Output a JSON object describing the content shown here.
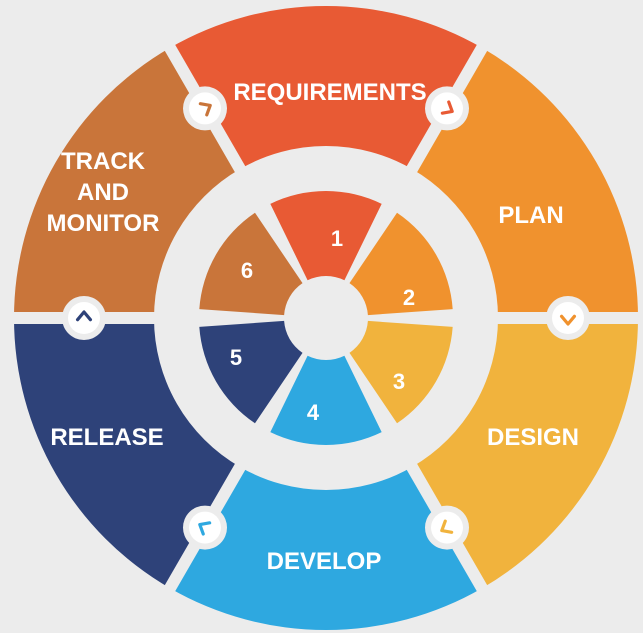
{
  "outer_segments": [
    {
      "label_lines": [
        "REQUIREMENTS"
      ],
      "color": "#e85a34"
    },
    {
      "label_lines": [
        "PLAN"
      ],
      "color": "#f0922e"
    },
    {
      "label_lines": [
        "DESIGN"
      ],
      "color": "#f1b33d"
    },
    {
      "label_lines": [
        "DEVELOP"
      ],
      "color": "#2ea8e0"
    },
    {
      "label_lines": [
        "RELEASE"
      ],
      "color": "#2e4279"
    },
    {
      "label_lines": [
        "TRACK",
        "AND",
        "MONITOR"
      ],
      "color": "#c9753a"
    }
  ],
  "inner_segments": [
    {
      "number": "1",
      "color": "#e85a34"
    },
    {
      "number": "2",
      "color": "#f0922e"
    },
    {
      "number": "3",
      "color": "#f1b33d"
    },
    {
      "number": "4",
      "color": "#2ea8e0"
    },
    {
      "number": "5",
      "color": "#2e4279"
    },
    {
      "number": "6",
      "color": "#c9753a"
    }
  ],
  "connector_icons": [
    {
      "name": "chevron-down-right-icon",
      "color": "#e85a34"
    },
    {
      "name": "chevron-down-icon",
      "color": "#f0922e"
    },
    {
      "name": "chevron-down-left-icon",
      "color": "#f1b33d"
    },
    {
      "name": "chevron-up-left-icon",
      "color": "#2ea8e0"
    },
    {
      "name": "chevron-up-icon",
      "color": "#2e4279"
    },
    {
      "name": "chevron-up-right-icon",
      "color": "#c9753a"
    }
  ],
  "colors": {
    "background": "#ececec",
    "ring_gap": "#ececec"
  }
}
